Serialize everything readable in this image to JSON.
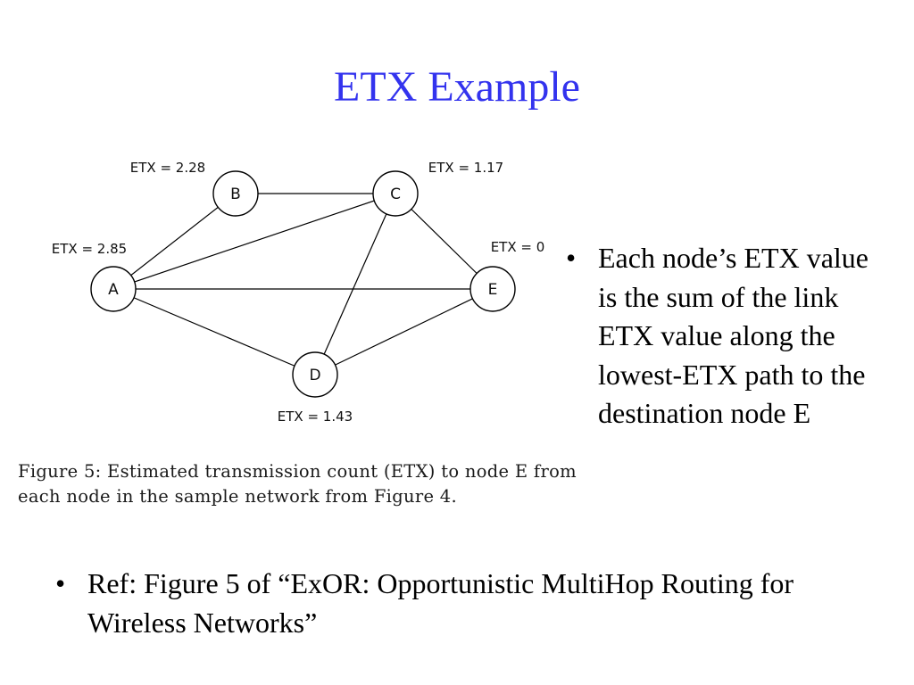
{
  "slide": {
    "title": "ETX Example"
  },
  "diagram": {
    "nodes": [
      {
        "id": "A",
        "label": "A",
        "etx": "ETX = 2.85"
      },
      {
        "id": "B",
        "label": "B",
        "etx": "ETX = 2.28"
      },
      {
        "id": "C",
        "label": "C",
        "etx": "ETX = 1.17"
      },
      {
        "id": "D",
        "label": "D",
        "etx": "ETX = 1.43"
      },
      {
        "id": "E",
        "label": "E",
        "etx": "ETX = 0"
      }
    ],
    "edges": [
      [
        "A",
        "B"
      ],
      [
        "A",
        "C"
      ],
      [
        "A",
        "E"
      ],
      [
        "A",
        "D"
      ],
      [
        "B",
        "C"
      ],
      [
        "C",
        "E"
      ],
      [
        "C",
        "D"
      ],
      [
        "D",
        "E"
      ]
    ],
    "caption": "Figure 5: Estimated transmission count (ETX) to node E from each node in the sample network from Figure 4."
  },
  "bullets": {
    "right": "Each node’s ETX value is the sum of the link ETX value along the lowest-ETX path to the destination node E",
    "ref": "Ref: Figure 5 of “ExOR: Opportunistic MultiHop Routing for Wireless Networks”",
    "marker": "•"
  }
}
